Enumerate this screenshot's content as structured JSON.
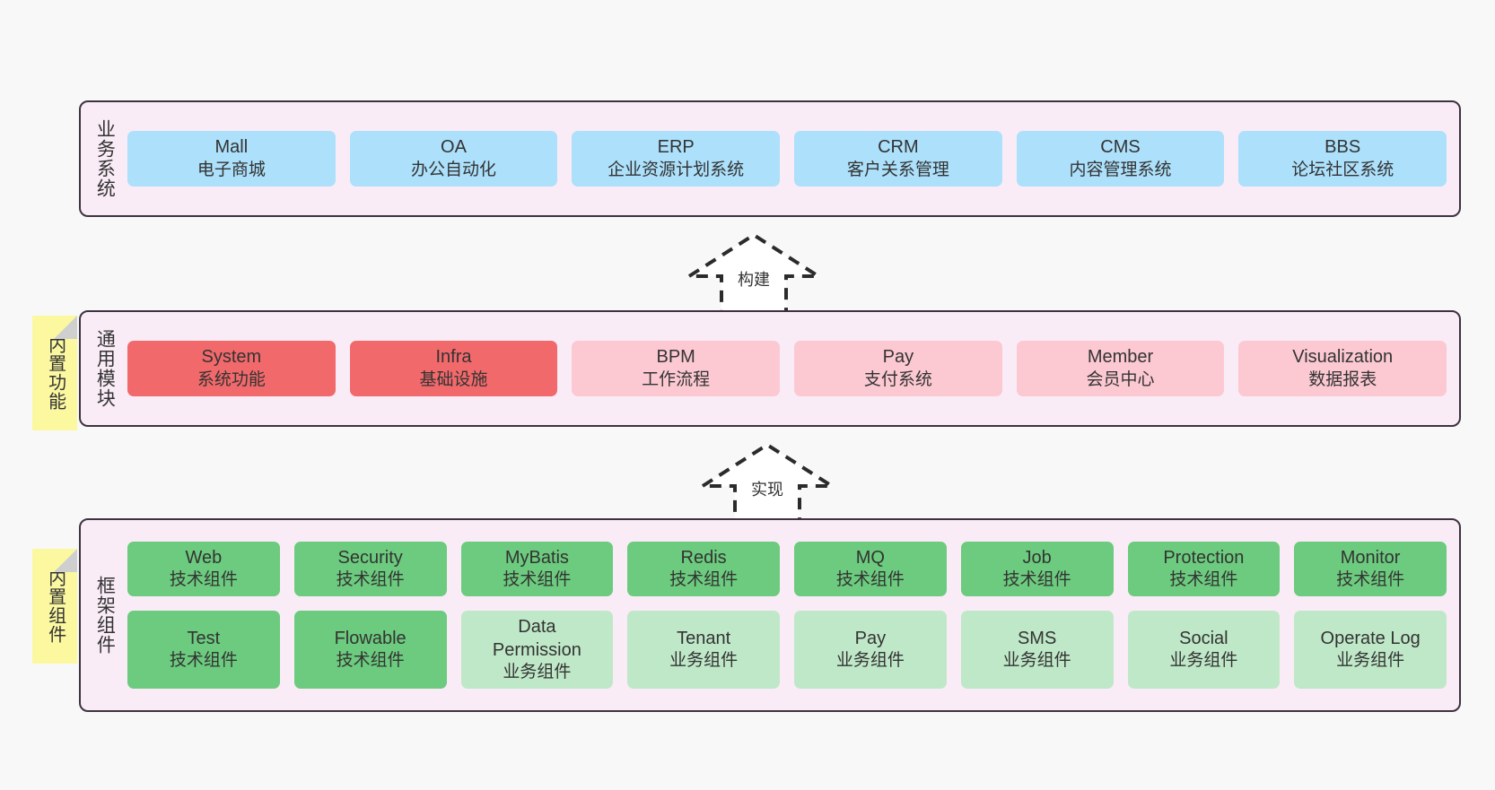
{
  "canvas": {
    "background": "#f8f8f8",
    "band_fill": "#f9ecf6",
    "band_border": "#3d3340",
    "note_fill": "#fbf8a0"
  },
  "layers": [
    {
      "id": "business-systems",
      "title": "业务系统",
      "rows": [
        [
          {
            "name": "Mall",
            "desc": "电子商城",
            "color": "#ace0fb"
          },
          {
            "name": "OA",
            "desc": "办公自动化",
            "color": "#ace0fb"
          },
          {
            "name": "ERP",
            "desc": "企业资源计划系统",
            "color": "#ace0fb"
          },
          {
            "name": "CRM",
            "desc": "客户关系管理",
            "color": "#ace0fb"
          },
          {
            "name": "CMS",
            "desc": "内容管理系统",
            "color": "#ace0fb"
          },
          {
            "name": "BBS",
            "desc": "论坛社区系统",
            "color": "#ace0fb"
          }
        ]
      ]
    },
    {
      "id": "common-modules",
      "title": "通用模块",
      "note": "内置功能",
      "rows": [
        [
          {
            "name": "System",
            "desc": "系统功能",
            "color": "#f2696b"
          },
          {
            "name": "Infra",
            "desc": "基础设施",
            "color": "#f2696b"
          },
          {
            "name": "BPM",
            "desc": "工作流程",
            "color": "#fcc9d2"
          },
          {
            "name": "Pay",
            "desc": "支付系统",
            "color": "#fcc9d2"
          },
          {
            "name": "Member",
            "desc": "会员中心",
            "color": "#fcc9d2"
          },
          {
            "name": "Visualization",
            "desc": "数据报表",
            "color": "#fcc9d2"
          }
        ]
      ]
    },
    {
      "id": "framework-components",
      "title": "框架组件",
      "note": "内置组件",
      "rows": [
        [
          {
            "name": "Web",
            "desc": "技术组件",
            "color": "#6ccb7e"
          },
          {
            "name": "Security",
            "desc": "技术组件",
            "color": "#6ccb7e"
          },
          {
            "name": "MyBatis",
            "desc": "技术组件",
            "color": "#6ccb7e"
          },
          {
            "name": "Redis",
            "desc": "技术组件",
            "color": "#6ccb7e"
          },
          {
            "name": "MQ",
            "desc": "技术组件",
            "color": "#6ccb7e"
          },
          {
            "name": "Job",
            "desc": "技术组件",
            "color": "#6ccb7e"
          },
          {
            "name": "Protection",
            "desc": "技术组件",
            "color": "#6ccb7e"
          },
          {
            "name": "Monitor",
            "desc": "技术组件",
            "color": "#6ccb7e"
          }
        ],
        [
          {
            "name": "Test",
            "desc": "技术组件",
            "color": "#6ccb7e"
          },
          {
            "name": "Flowable",
            "desc": "技术组件",
            "color": "#6ccb7e"
          },
          {
            "name": "Data",
            "name2": "Permission",
            "desc": "业务组件",
            "color": "#bfe8c8"
          },
          {
            "name": "Tenant",
            "desc": "业务组件",
            "color": "#bfe8c8"
          },
          {
            "name": "Pay",
            "desc": "业务组件",
            "color": "#bfe8c8"
          },
          {
            "name": "SMS",
            "desc": "业务组件",
            "color": "#bfe8c8"
          },
          {
            "name": "Social",
            "desc": "业务组件",
            "color": "#bfe8c8"
          },
          {
            "name": "Operate Log",
            "desc": "业务组件",
            "color": "#bfe8c8"
          }
        ]
      ]
    }
  ],
  "connectors": [
    {
      "id": "build",
      "label": "构建"
    },
    {
      "id": "implement",
      "label": "实现"
    }
  ]
}
